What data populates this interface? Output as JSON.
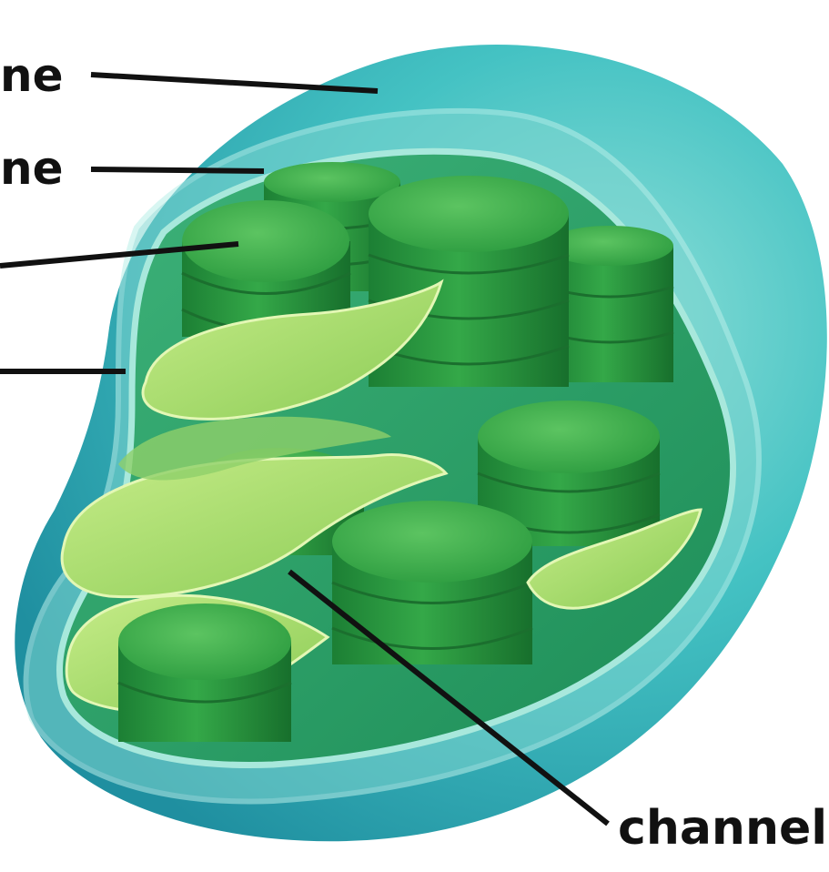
{
  "labels": {
    "outer_membrane": "ne",
    "inner_membrane": "ne",
    "channel": "channel"
  },
  "colors": {
    "outer_membrane": "#3fc2c4",
    "inner_membrane_rim": "#9fe3d8",
    "stroma": "#2aa36e",
    "granum_dark": "#1f8a3b",
    "granum_light": "#3bb04e",
    "lamella": "#a8dc6a",
    "leader_line": "#111111"
  }
}
